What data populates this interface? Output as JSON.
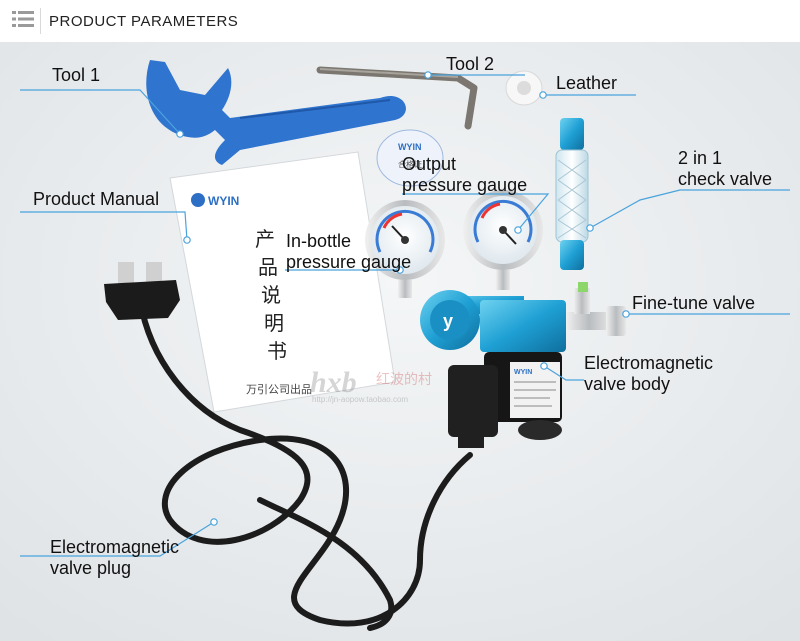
{
  "header": {
    "title": "PRODUCT PARAMETERS",
    "icon": "list-icon"
  },
  "labels": {
    "tool1": "Tool 1",
    "tool2": "Tool 2",
    "leather": "Leather",
    "product_manual": "Product Manual",
    "output_gauge": [
      "Output",
      "pressure gauge"
    ],
    "check_valve": [
      "2 in 1",
      "check valve"
    ],
    "inbottle_gauge": [
      "In-bottle",
      "pressure gauge"
    ],
    "finetune_valve": "Fine-tune valve",
    "em_valve_body": [
      "Electromagnetic",
      "valve body"
    ],
    "em_valve_plug": [
      "Electromagnetic",
      "valve plug"
    ]
  },
  "product": {
    "brand": "WYIN",
    "manual_title": [
      "产",
      "品",
      "说",
      "明",
      "书"
    ],
    "manual_footer": "万引公司出品",
    "watermark": "hxb",
    "watermark_cn": "红波的村",
    "watermark_url": "http://jn-aopow.taobao.com",
    "label_text": "合格证"
  },
  "colors": {
    "accent_line": "#4aa3dd",
    "wrench": "#2f74cf",
    "regulator": "#2aa7d6",
    "background": "#eceff1"
  }
}
